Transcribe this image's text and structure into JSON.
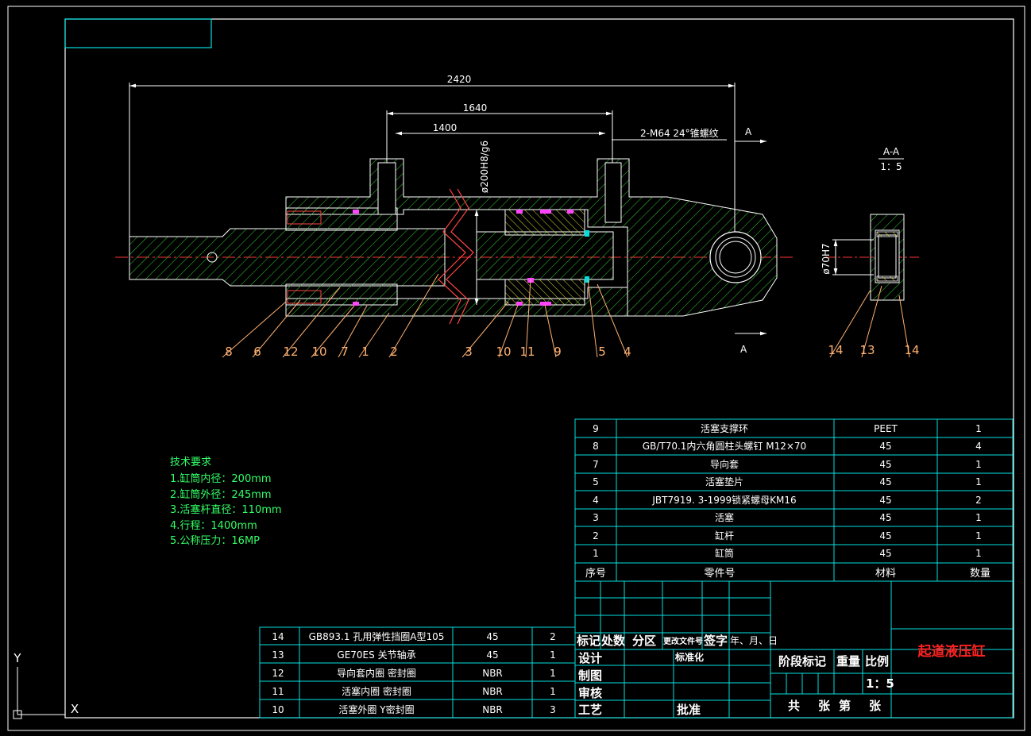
{
  "dimensions": {
    "overall": "2420",
    "d1640": "1640",
    "stroke": "1400",
    "bore": "ø200H8/g6",
    "thread": "2-M64 24°锥螺纹",
    "pin": "ø70H7"
  },
  "section": {
    "cut_label": "A",
    "view_title": "A-A",
    "view_scale": "1：5"
  },
  "callouts_main": [
    "8",
    "6",
    "12",
    "10",
    "7",
    "1",
    "2",
    "3",
    "10",
    "11",
    "9",
    "5",
    "4"
  ],
  "callouts_side": [
    "14",
    "13",
    "14"
  ],
  "technical_requirements": {
    "title": "技术要求",
    "items": [
      "1.缸筒内径：200mm",
      "2.缸筒外径：245mm",
      "3.活塞杆直径：110mm",
      "4.行程：1400mm",
      "5.公称压力：16MP"
    ]
  },
  "parts_list_upper": {
    "rows": [
      {
        "no": "9",
        "name": "活塞支撑环",
        "material": "PEET",
        "qty": "1"
      },
      {
        "no": "8",
        "name": "GB/T70.1内六角圆柱头螺钉 M12×70",
        "material": "45",
        "qty": "4"
      },
      {
        "no": "7",
        "name": "导向套",
        "material": "45",
        "qty": "1"
      },
      {
        "no": "5",
        "name": "活塞垫片",
        "material": "45",
        "qty": "1"
      },
      {
        "no": "4",
        "name": "JBT7919. 3-1999锁紧螺母KM16",
        "material": "45",
        "qty": "2"
      },
      {
        "no": "3",
        "name": "活塞",
        "material": "45",
        "qty": "1"
      },
      {
        "no": "2",
        "name": "缸杆",
        "material": "45",
        "qty": "1"
      },
      {
        "no": "1",
        "name": "缸筒",
        "material": "45",
        "qty": "1"
      }
    ],
    "header": {
      "no": "序号",
      "name": "零件号",
      "material": "材料",
      "qty": "数量"
    }
  },
  "parts_list_lower": {
    "rows": [
      {
        "no": "14",
        "name": "GB893.1 孔用弹性挡圈A型105",
        "material": "45",
        "qty": "2"
      },
      {
        "no": "13",
        "name": "GE70ES  关节轴承",
        "material": "45",
        "qty": "1"
      },
      {
        "no": "12",
        "name": "导向套内圈 密封圈",
        "material": "NBR",
        "qty": "1"
      },
      {
        "no": "11",
        "name": "活塞内圈 密封圈",
        "material": "NBR",
        "qty": "1"
      },
      {
        "no": "10",
        "name": "活塞外圈 Y密封圈",
        "material": "NBR",
        "qty": "3"
      }
    ]
  },
  "title_block": {
    "mark": "标记",
    "count": "处数",
    "zone": "分区",
    "change_doc": "更改文件号",
    "sign": "签字",
    "date": "年、月、日",
    "design": "设计",
    "standardize": "标准化",
    "draw": "制图",
    "review": "审核",
    "process": "工艺",
    "approve": "批准",
    "stage": "阶段标记",
    "weight": "重量",
    "scale_label": "比例",
    "scale": "1：5",
    "total": "共",
    "sheets": "张",
    "sheet_no": "第",
    "sheet": "张",
    "drawing_name": "起道液压缸"
  },
  "colors": {
    "background": "#000000",
    "border": "#ffffff",
    "table_grid": "#00e0e0",
    "hatch": "#33cc33",
    "callout": "#ffb070",
    "center_line": "#ff3333",
    "drawing_name": "#ff2222",
    "tech_text": "#33ff66",
    "seal": "#ff44ff",
    "cut_body": "#ffff66"
  },
  "ucs": {
    "y": "Y",
    "x": "X"
  }
}
